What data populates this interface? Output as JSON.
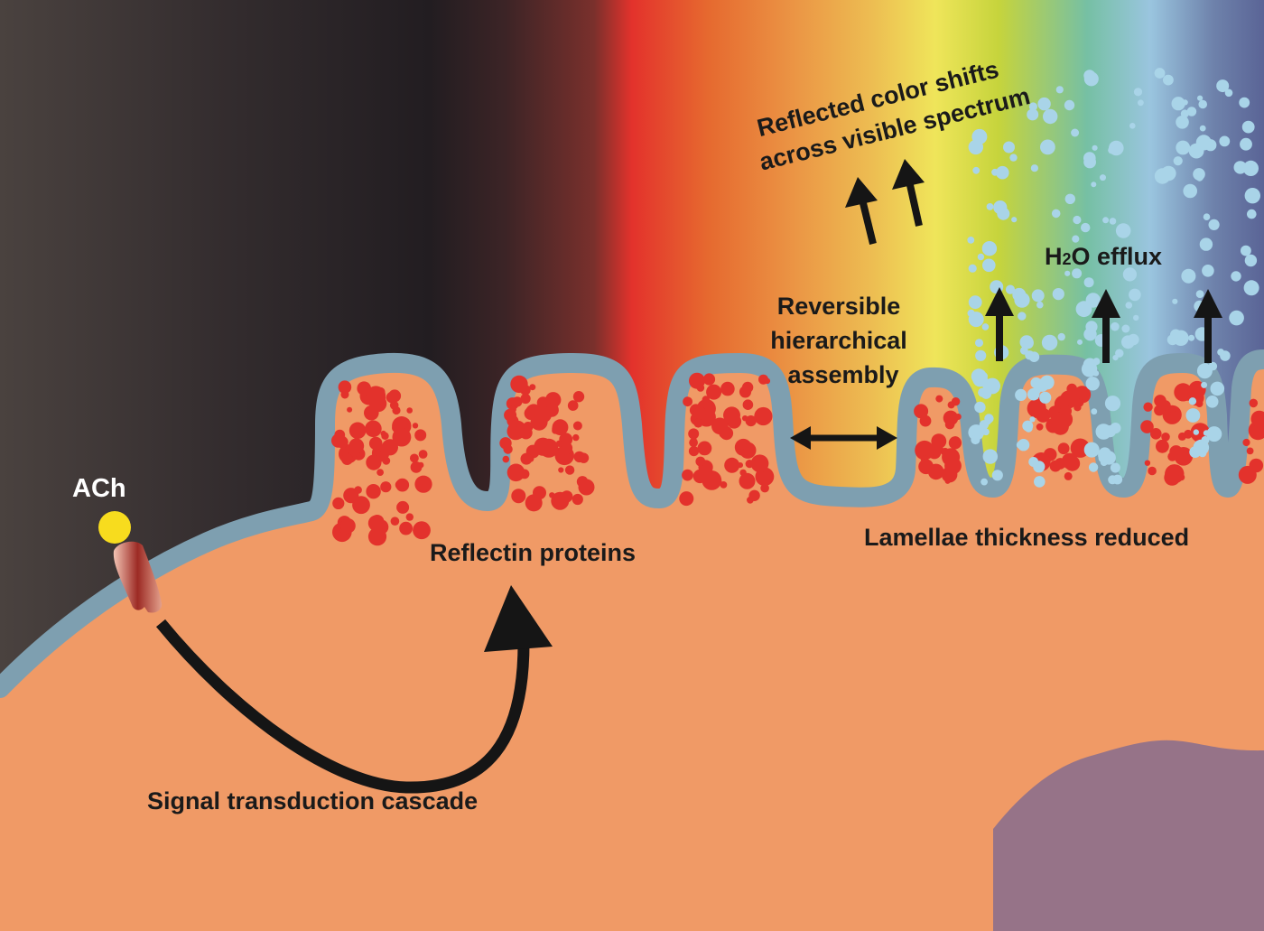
{
  "title": "Reflectin-based tunable iridescence mechanism",
  "colors": {
    "cytoplasm": "#F09A66",
    "membrane": "#7E9FB0",
    "reflectin": "#E3322C",
    "water": "#A9D4E8",
    "ach": "#F7DC1E",
    "receptor": "#A8322B",
    "nucleus": "#967388",
    "arrow": "#151515"
  },
  "labels": {
    "ach": "ACh",
    "reflectin": "Reflectin proteins",
    "signal": "Signal transduction cascade",
    "reversible_line1": "Reversible",
    "reversible_line2": "hierarchical",
    "reversible_line3": "assembly",
    "reflected_line1": "Reflected color shifts",
    "reflected_line2": "across visible spectrum",
    "h2o_prefix": "H",
    "h2o_sub": "2",
    "h2o_suffix": "O efflux",
    "lamellae": "Lamellae thickness reduced"
  }
}
